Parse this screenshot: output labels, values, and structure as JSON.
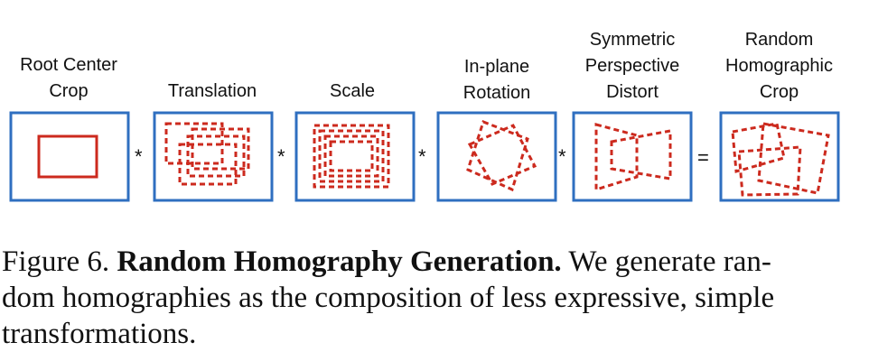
{
  "figure": {
    "panels": [
      {
        "id": "root",
        "label_lines": [
          "Root Center",
          "Crop"
        ]
      },
      {
        "id": "translation",
        "label_lines": [
          "Translation"
        ]
      },
      {
        "id": "scale",
        "label_lines": [
          "Scale"
        ]
      },
      {
        "id": "rotation",
        "label_lines": [
          "In-plane",
          "Rotation"
        ]
      },
      {
        "id": "perspective",
        "label_lines": [
          "Symmetric",
          "Perspective",
          "Distort"
        ]
      },
      {
        "id": "random",
        "label_lines": [
          "Random",
          "Homographic",
          "Crop"
        ]
      }
    ],
    "operators": [
      "*",
      "*",
      "*",
      "*",
      "="
    ],
    "colors": {
      "box_border": "#2f6fc0",
      "shape": "#cc2a1e"
    }
  },
  "caption": {
    "prefix": "Figure 6.",
    "title": "Random Homography Generation.",
    "line1_rest": "We generate ran-",
    "line2": "dom homographies as the composition of less expressive, simple",
    "line3": "transformations."
  }
}
